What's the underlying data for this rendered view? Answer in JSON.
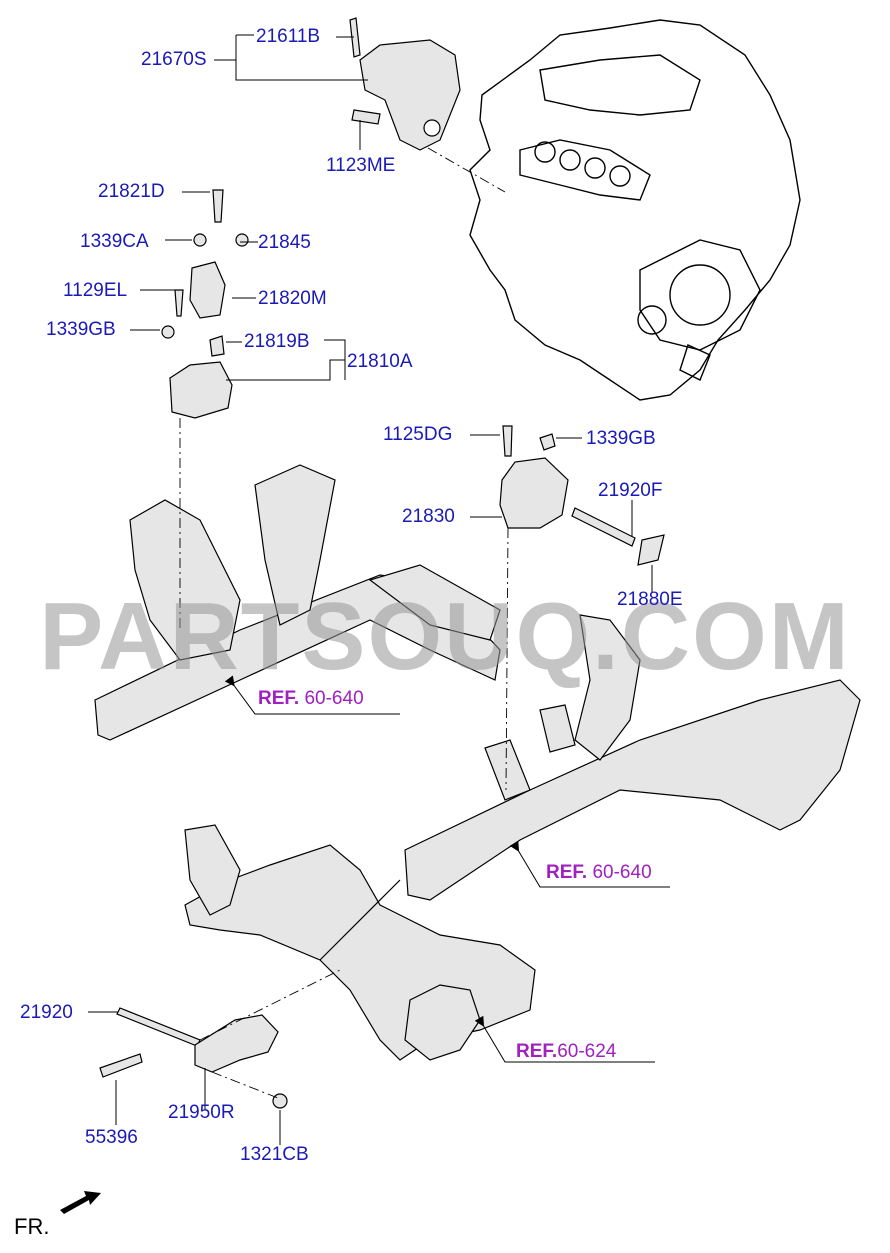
{
  "labels": {
    "p21611B": "21611B",
    "p21670S": "21670S",
    "p1123ME": "1123ME",
    "p21821D": "21821D",
    "p1339CA": "1339CA",
    "p21845": "21845",
    "p1129EL": "1129EL",
    "p21820M": "21820M",
    "p1339GB_left": "1339GB",
    "p21819B": "21819B",
    "p21810A": "21810A",
    "p1125DG": "1125DG",
    "p1339GB_right": "1339GB",
    "p21830": "21830",
    "p21920F": "21920F",
    "p21880E": "21880E",
    "p21920": "21920",
    "p55396": "55396",
    "p21950R": "21950R",
    "p1321CB": "1321CB"
  },
  "references": [
    {
      "prefix": "REF.",
      "number": "60-640"
    },
    {
      "prefix": "REF.",
      "number": "60-640"
    },
    {
      "prefix": "REF.",
      "number": "60-624"
    }
  ],
  "direction_label": "FR.",
  "watermark": "PARTSOUQ.COM",
  "colors": {
    "part_number": "#1a1ab8",
    "reference": "#a020c0",
    "line": "#000000",
    "part_fill": "#e6e6e6"
  }
}
